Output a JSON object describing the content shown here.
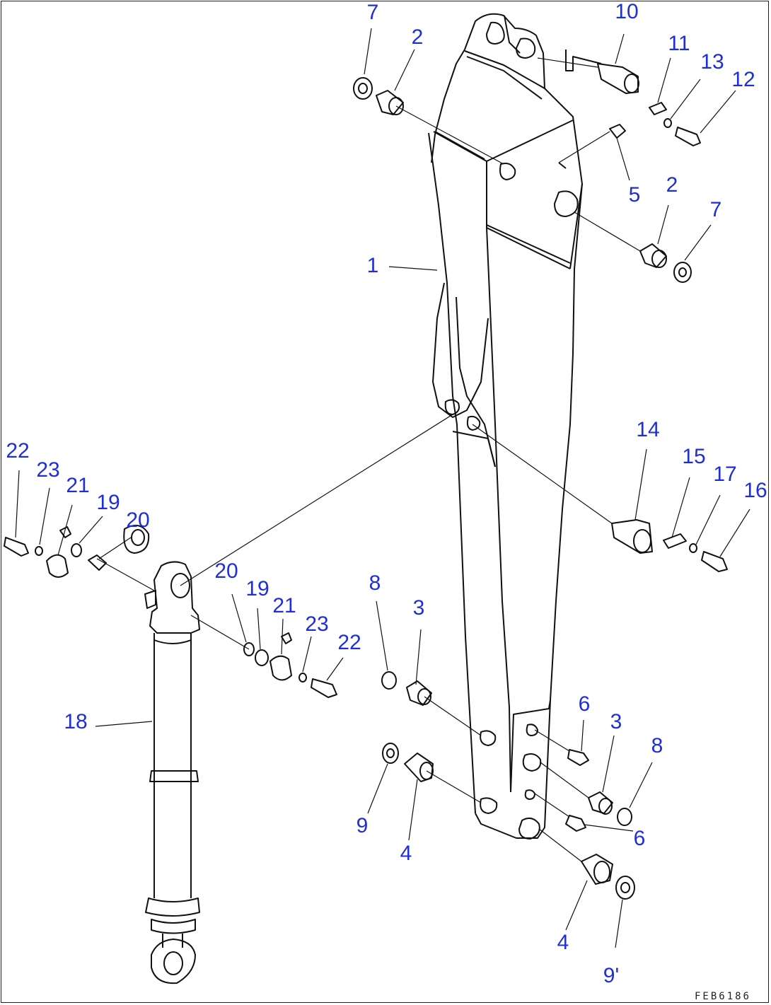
{
  "drawing": {
    "code": "FEB6186",
    "line_color": "#111111",
    "callout_color": "#1f2fd8",
    "icons": [
      "boom-arm-drawing",
      "boom-cylinder-drawing"
    ]
  },
  "callouts": {
    "c7a": "7",
    "c2a": "2",
    "c10": "10",
    "c11": "11",
    "c13": "13",
    "c12": "12",
    "c5": "5",
    "c2b": "2",
    "c7b": "7",
    "c1": "1",
    "c14": "14",
    "c15": "15",
    "c17": "17",
    "c16": "16",
    "c22a": "22",
    "c23a": "23",
    "c21a": "21",
    "c19a": "19",
    "c20a": "20",
    "c20b": "20",
    "c19b": "19",
    "c21b": "21",
    "c23b": "23",
    "c22b": "22",
    "c8a": "8",
    "c3a": "3",
    "c18": "18",
    "c6a": "6",
    "c3b": "3",
    "c8b": "8",
    "c9a": "9",
    "c4a": "4",
    "c6b": "6",
    "c4b": "4",
    "c9b": "9'"
  }
}
